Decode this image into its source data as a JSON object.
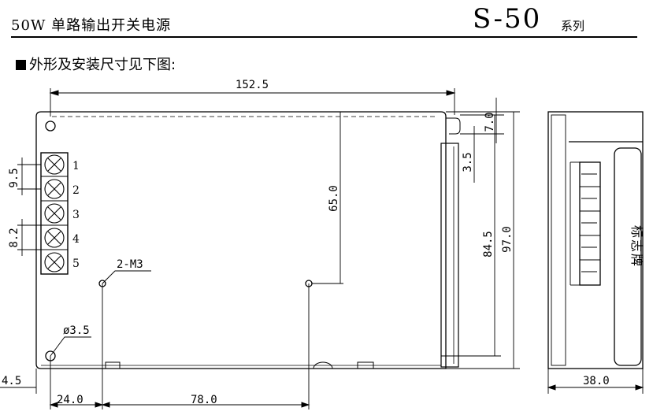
{
  "header": {
    "title": "50W 单路输出开关电源",
    "model": "S-50",
    "series": "系列",
    "subtitle": "外形及安装尺寸见下图:"
  },
  "front_view": {
    "dims": {
      "width": "152.5",
      "height_inner": "65.0",
      "height_mount": "84.5",
      "height_total": "97.0",
      "top_offset": "7.0",
      "rail_offset": "3.5",
      "pitch_a": "9.5",
      "pitch_b": "8.2",
      "screw": "2-M3",
      "hole": "ø3.5",
      "left_offset": "4.5",
      "hole_x1": "24.0",
      "hole_x2": "78.0"
    },
    "terminals": [
      "1",
      "2",
      "3",
      "4",
      "5"
    ]
  },
  "side_view": {
    "width": "38.0",
    "label": [
      "标",
      "志",
      "牌"
    ]
  }
}
